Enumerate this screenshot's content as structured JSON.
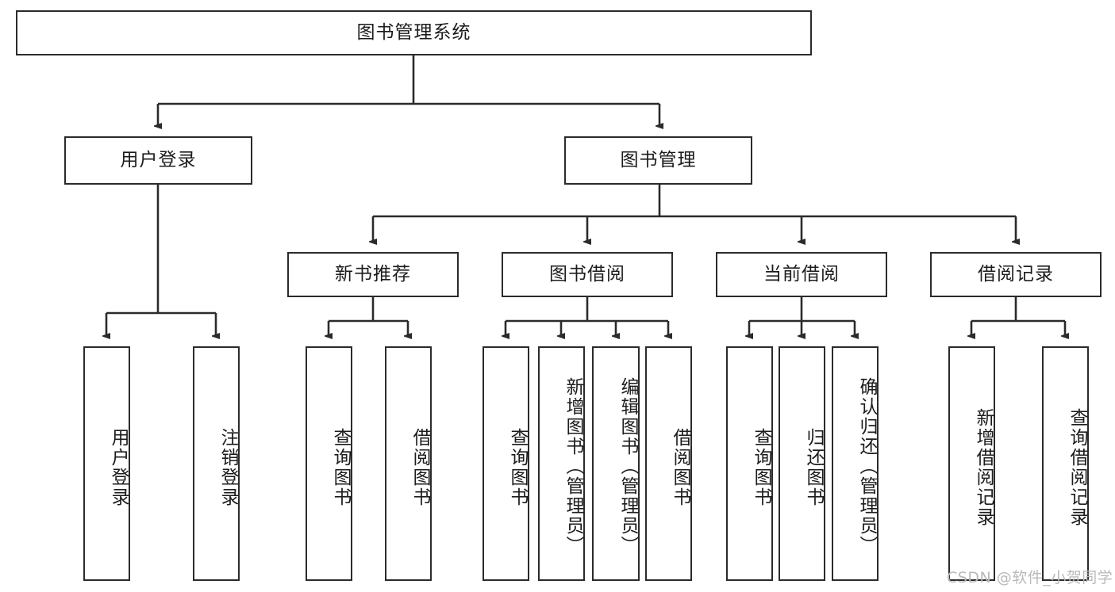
{
  "diagram": {
    "type": "tree",
    "title": "图书管理系统",
    "orientation": "top-down",
    "style": {
      "box_border_color": "#2b2b2b",
      "box_fill_color": "#ffffff",
      "edge_color": "#2b2b2b",
      "text_color": "#1c1c1c",
      "background": "#ffffff"
    },
    "nodes": {
      "root": {
        "label": "图书管理系统"
      },
      "level2": [
        {
          "id": "user_login",
          "label": "用户登录"
        },
        {
          "id": "book_manage",
          "label": "图书管理"
        }
      ],
      "level3": [
        {
          "id": "new_book_rec",
          "label": "新书推荐",
          "parent": "book_manage"
        },
        {
          "id": "book_borrow",
          "label": "图书借阅",
          "parent": "book_manage"
        },
        {
          "id": "current_borrow",
          "label": "当前借阅",
          "parent": "book_manage"
        },
        {
          "id": "borrow_record",
          "label": "借阅记录",
          "parent": "book_manage"
        }
      ],
      "leaves": [
        {
          "id": "leaf_user_login",
          "label": "用户登录",
          "parent": "user_login"
        },
        {
          "id": "leaf_logout",
          "label": "注销登录",
          "parent": "user_login"
        },
        {
          "id": "leaf_query_book_1",
          "label": "查询图书",
          "parent": "new_book_rec"
        },
        {
          "id": "leaf_borrow_book_1",
          "label": "借阅图书",
          "parent": "new_book_rec"
        },
        {
          "id": "leaf_query_book_2",
          "label": "查询图书",
          "parent": "book_borrow"
        },
        {
          "id": "leaf_add_book",
          "label": "新增图书（管理员）",
          "parent": "book_borrow"
        },
        {
          "id": "leaf_edit_book",
          "label": "编辑图书（管理员）",
          "parent": "book_borrow"
        },
        {
          "id": "leaf_borrow_book_2",
          "label": "借阅图书",
          "parent": "book_borrow"
        },
        {
          "id": "leaf_query_book_3",
          "label": "查询图书",
          "parent": "current_borrow"
        },
        {
          "id": "leaf_return_book",
          "label": "归还图书",
          "parent": "current_borrow"
        },
        {
          "id": "leaf_confirm_return",
          "label": "确认归还（管理员）",
          "parent": "current_borrow"
        },
        {
          "id": "leaf_add_record",
          "label": "新增借阅记录",
          "parent": "borrow_record"
        },
        {
          "id": "leaf_query_record",
          "label": "查询借阅记录",
          "parent": "borrow_record"
        }
      ]
    }
  },
  "watermark": {
    "text": "CSDN @软件_小贺同学"
  }
}
